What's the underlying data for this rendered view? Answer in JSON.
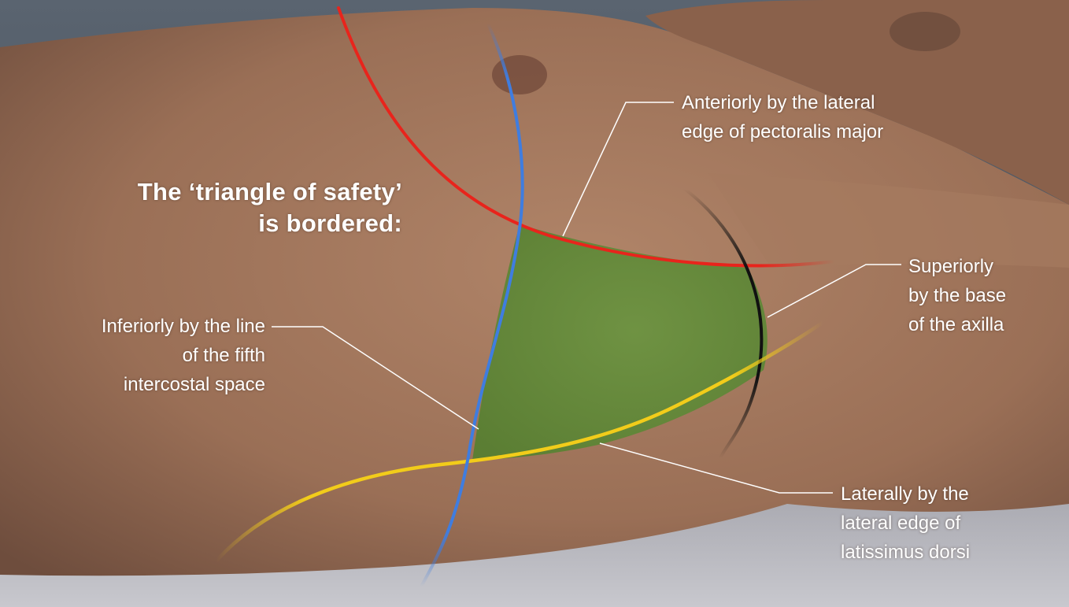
{
  "title": {
    "line1": "The ‘triangle of safety’",
    "line2": "is bordered:"
  },
  "labels": {
    "anterior": [
      "Anteriorly by the lateral",
      "edge of pectoralis major"
    ],
    "superior": [
      "Superiorly",
      "by the base",
      "of the axilla"
    ],
    "inferior": [
      "Inferiorly by the line",
      "of the fifth",
      "intercostal space"
    ],
    "lateral": [
      "Laterally by the",
      "lateral edge of",
      "latissimus dorsi"
    ]
  },
  "colors": {
    "pectoralis_major_line": "#e8241c",
    "axilla_base_line": "#111111",
    "fifth_intercostal_line": "#3f7de0",
    "latissimus_dorsi_line": "#f2cc1a",
    "triangle_fill": "#5e8a36",
    "label_text": "#ffffff",
    "leader_lines": "#ffffff"
  }
}
